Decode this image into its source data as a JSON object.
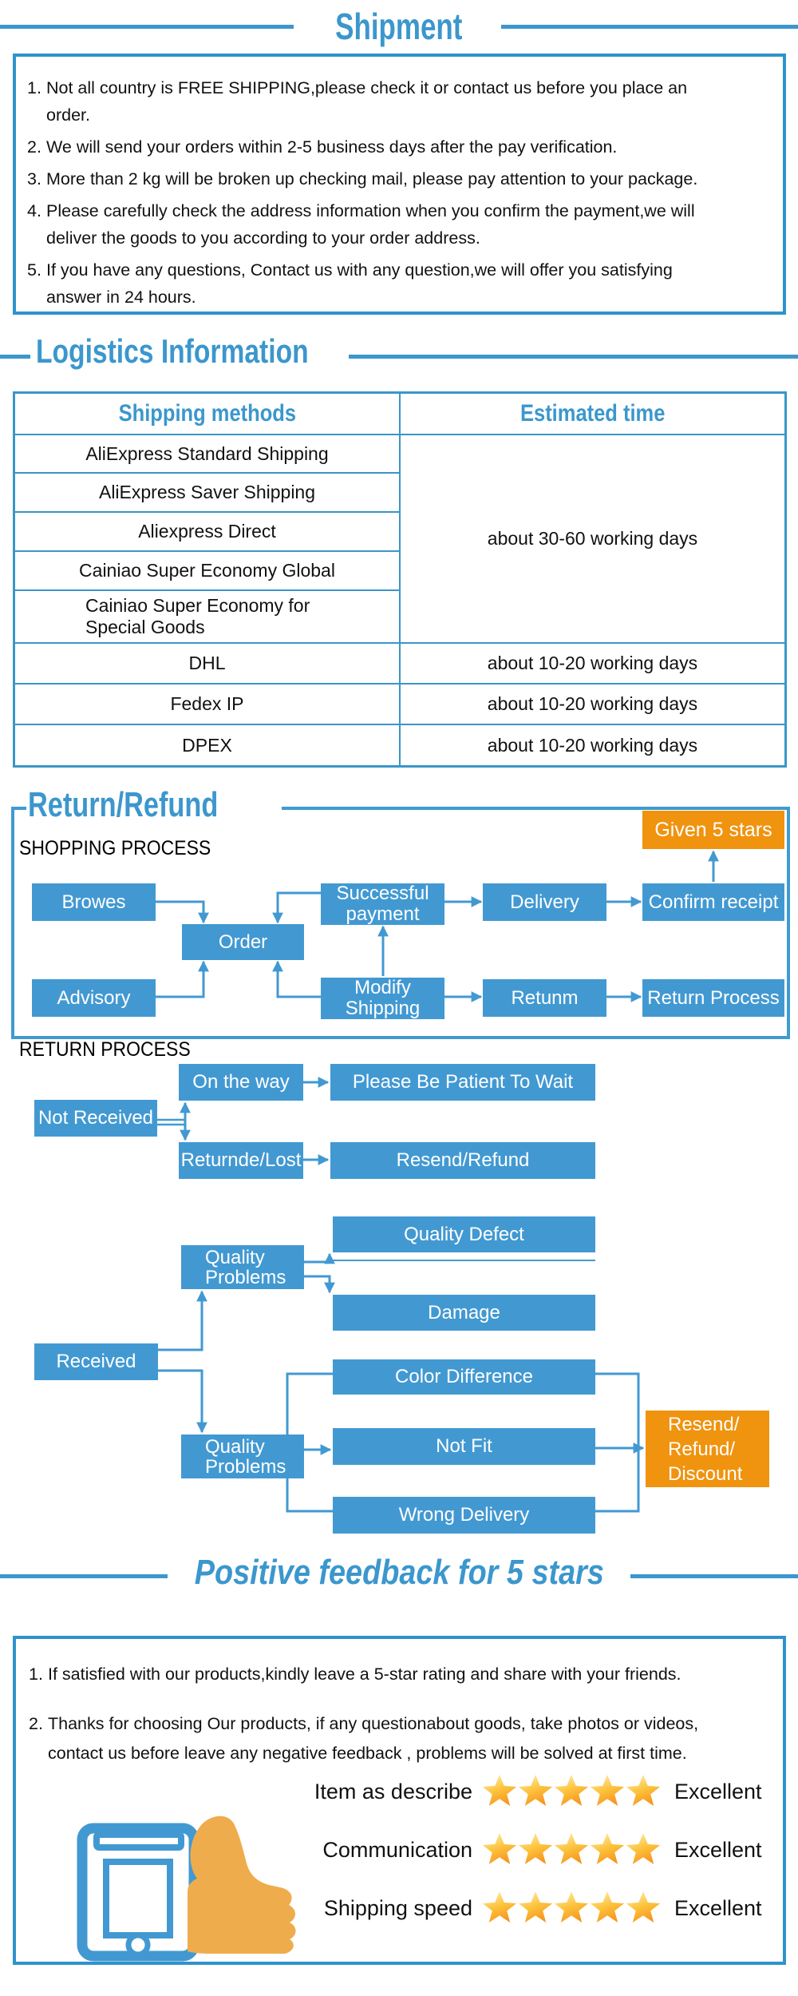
{
  "colors": {
    "accent_blue": "#3b97cd",
    "flow_blue": "#4299d2",
    "orange": "#f0930f",
    "star_orange": "#f7941e",
    "thumb_yellow": "#efac4c"
  },
  "shipment": {
    "title": "Shipment",
    "items": [
      {
        "num": "1.",
        "text": "Not all country is FREE SHIPPING,please check it or contact us before you place an\norder."
      },
      {
        "num": "2.",
        "text": "We will send your orders within 2-5 business days after the pay verification."
      },
      {
        "num": "3.",
        "text": "More than 2 kg will be broken up checking mail, please pay attention to your package."
      },
      {
        "num": "4.",
        "text": "Please carefully check the address information when you confirm the payment,we will\ndeliver the goods to you according to your order address."
      },
      {
        "num": "5.",
        "text": "If you have any questions, Contact us with any question,we will offer you satisfying\nanswer in 24 hours."
      }
    ]
  },
  "logistics": {
    "title": "Logistics  Information",
    "table": {
      "col1_header": "Shipping  methods",
      "col2_header": "Estimated  time",
      "methods": [
        "AliExpress Standard Shipping",
        "AliExpress Saver Shipping",
        "Aliexpress Direct",
        "Cainiao Super Economy Global",
        "Cainiao Super Economy for\nSpecial Goods",
        "DHL",
        "Fedex IP",
        "DPEX"
      ],
      "time_group": "about 30-60 working days",
      "time_dhl": "about 10-20 working days",
      "time_fedex": "about 10-20 working days",
      "time_dpex": "about 10-20 working days"
    }
  },
  "return_refund": {
    "title": "Return/Refund",
    "shopping_label": "SHOPPING PROCESS",
    "return_label": "RETURN PROCESS",
    "given_stars": "Given 5 stars",
    "shopping_boxes": {
      "browes": "Browes",
      "successful_payment": "Successful\npayment",
      "delivery": "Delivery",
      "confirm_receipt": "Confirm receipt",
      "order": "Order",
      "advisory": "Advisory",
      "modify_shipping": "Modify\nShipping",
      "retunm": "Retunm",
      "return_process": "Return Process"
    },
    "return_boxes": {
      "on_the_way": "On the way",
      "please_wait": "Please Be Patient To Wait",
      "not_received": "Not Received",
      "returnde_lost": "Returnde/Lost",
      "resend_refund": "Resend/Refund",
      "quality_defect": "Quality Defect",
      "quality_problems_1": "Quality\nProblems",
      "damage": "Damage",
      "received": "Received",
      "color_difference": "Color Difference",
      "quality_problems_2": "Quality\nProblems",
      "not_fit": "Not Fit",
      "wrong_delivery": "Wrong Delivery",
      "resend_refund_discount": "Resend/\nRefund/\nDiscount"
    }
  },
  "feedback": {
    "title": "Positive feedback for 5 stars",
    "items": [
      {
        "num": "1.",
        "text": "If satisfied with our products,kindly leave a 5-star rating and share with your friends."
      },
      {
        "num": "2.",
        "text": "Thanks for choosing Our products, if any questionabout goods, take photos or videos,\ncontact us before leave any negative feedback , problems will be solved at first time."
      }
    ],
    "rows": [
      {
        "label": "Item as describe",
        "stars": 5,
        "rating": "Excellent"
      },
      {
        "label": "Communication",
        "stars": 5,
        "rating": "Excellent"
      },
      {
        "label": "Shipping speed",
        "stars": 5,
        "rating": "Excellent"
      }
    ]
  }
}
